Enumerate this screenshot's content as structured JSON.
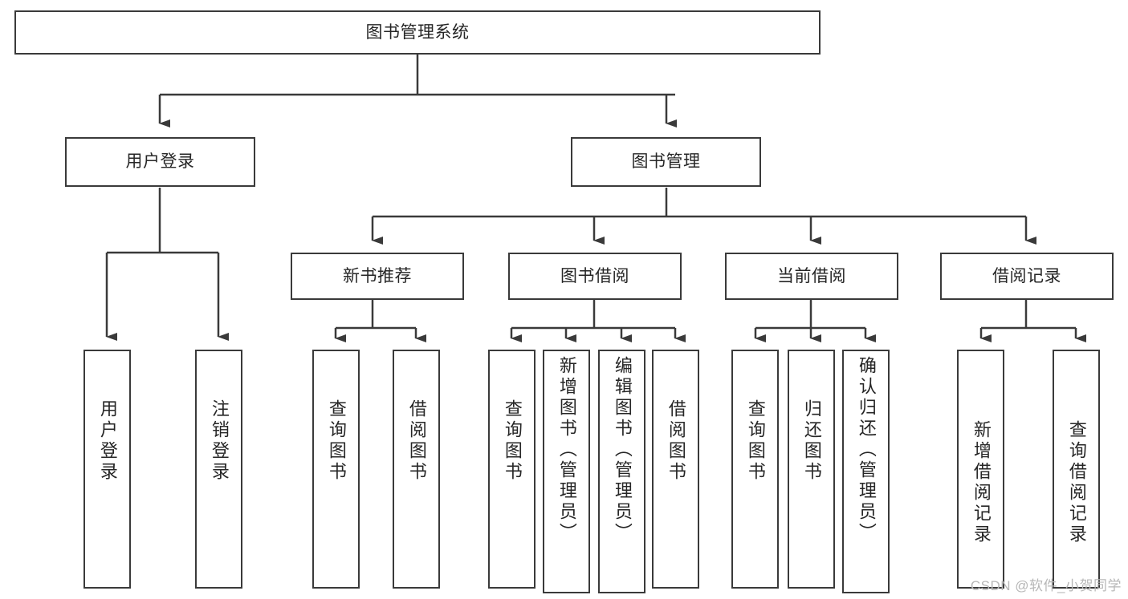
{
  "diagram": {
    "title": "图书管理系统",
    "type": "tree-hierarchy-chart",
    "root": {
      "label": "图书管理系统"
    },
    "level2": [
      {
        "label": "用户登录"
      },
      {
        "label": "图书管理"
      }
    ],
    "level3": [
      {
        "label": "新书推荐"
      },
      {
        "label": "图书借阅"
      },
      {
        "label": "当前借阅"
      },
      {
        "label": "借阅记录"
      }
    ],
    "leaves": {
      "user_login": [
        {
          "label": "用户登录"
        },
        {
          "label": "注销登录"
        }
      ],
      "new_book_recommend": [
        {
          "label": "查询图书"
        },
        {
          "label": "借阅图书"
        }
      ],
      "book_borrow": [
        {
          "label": "查询图书"
        },
        {
          "label": "新增图书（管理员）"
        },
        {
          "label": "编辑图书（管理员）"
        },
        {
          "label": "借阅图书"
        }
      ],
      "current_borrow": [
        {
          "label": "查询图书"
        },
        {
          "label": "归还图书"
        },
        {
          "label": "确认归还（管理员）"
        }
      ],
      "borrow_record": [
        {
          "label": "新增借阅记录"
        },
        {
          "label": "查询借阅记录"
        }
      ]
    }
  },
  "watermark": {
    "text": "CSDN @软件_小贺同学"
  },
  "colors": {
    "stroke": "#3a3a3a",
    "background": "#ffffff",
    "text": "#262626",
    "watermark": "#b7b7b7"
  }
}
